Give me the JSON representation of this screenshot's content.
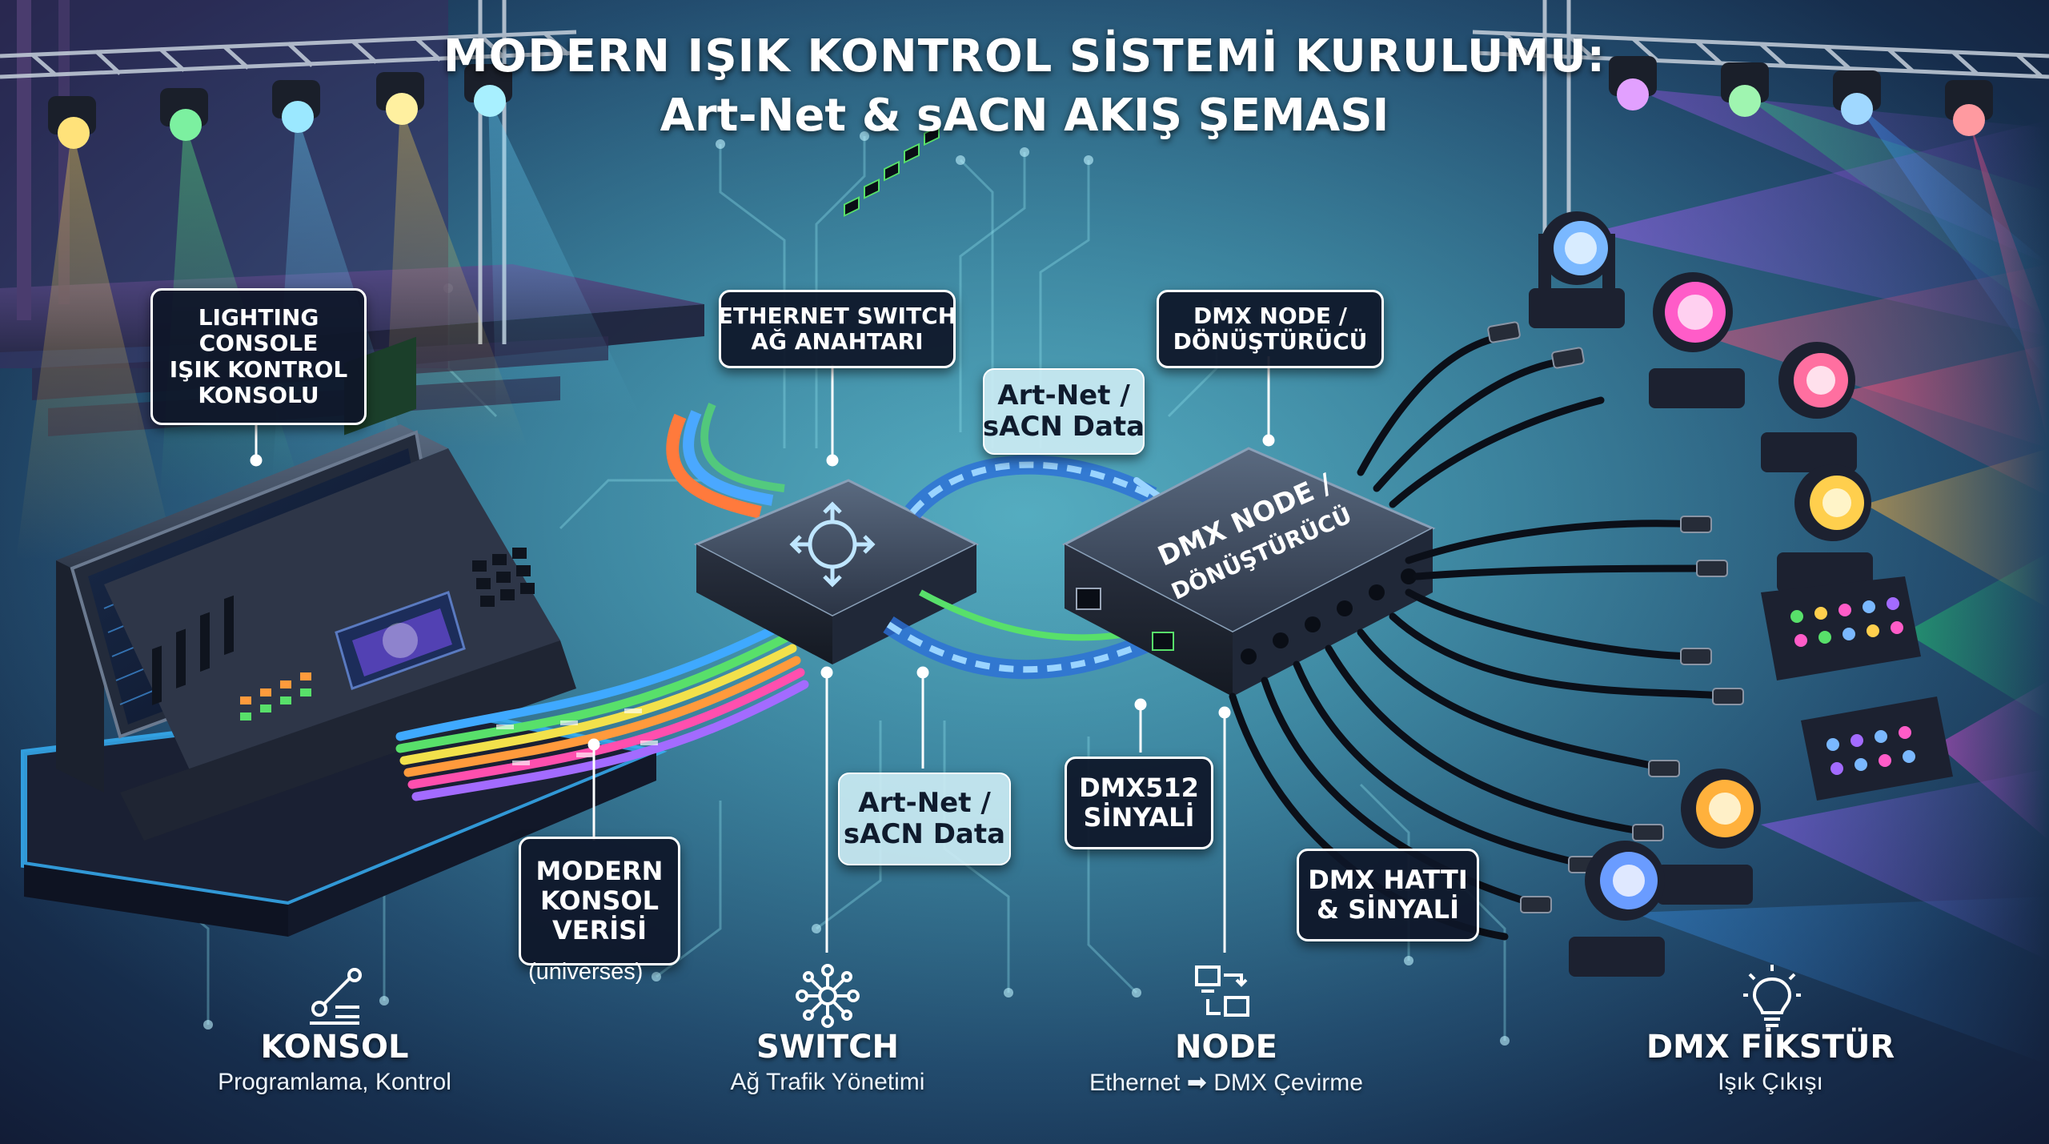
{
  "title": {
    "line1": "MODERN IŞIK KONTROL SİSTEMİ KURULUMU:",
    "line2": "Art-Net & sACN AKIŞ ŞEMASI"
  },
  "callouts": {
    "console": [
      "LIGHTING",
      "CONSOLE",
      "IŞIK KONTROL",
      "KONSOLU"
    ],
    "switch": [
      "ETHERNET SWITCH",
      "AĞ ANAHTARI"
    ],
    "node": [
      "DMX NODE /",
      "DÖNÜŞTÜRÜCÜ"
    ],
    "data_top": [
      "Art-Net /",
      "sACN Data"
    ],
    "data_bottom": [
      "Art-Net /",
      "sACN Data"
    ],
    "dmx512": [
      "DMX512",
      "SİNYALİ"
    ],
    "dmx_line": [
      "DMX HATTI",
      "& SİNYALİ"
    ],
    "console_data": [
      "MODERN",
      "KONSOL",
      "VERİSİ"
    ],
    "universes": "(universes)"
  },
  "device_labels": {
    "node_box": [
      "DMX NODE /",
      "DÖNÜŞTÜRÜCÜ"
    ]
  },
  "stages": [
    {
      "title": "KONSOL",
      "subtitle": "Programlama, Kontrol",
      "icon": "fader-icon"
    },
    {
      "title": "SWITCH",
      "subtitle": "Ağ Trafik Yönetimi",
      "icon": "network-hub-icon"
    },
    {
      "title": "NODE",
      "subtitle": "Ethernet ➡ DMX Çevirme",
      "icon": "converter-icon"
    },
    {
      "title": "DMX FİKSTÜR",
      "subtitle": "Işık Çıkışı",
      "icon": "light-bulb-icon"
    }
  ],
  "colors": {
    "background": "#1b3f63",
    "data_stream": "#4aa8ff",
    "cable_colors": [
      "#3fa9ff",
      "#58e06a",
      "#f2e14b",
      "#ff9a3c",
      "#ff4fae",
      "#a36bff"
    ],
    "beam_colors": [
      "#a855f7",
      "#22c55e",
      "#3b82f6",
      "#ef4444",
      "#ec4899",
      "#f59e0b",
      "#10b981",
      "#8b5cf6"
    ]
  }
}
